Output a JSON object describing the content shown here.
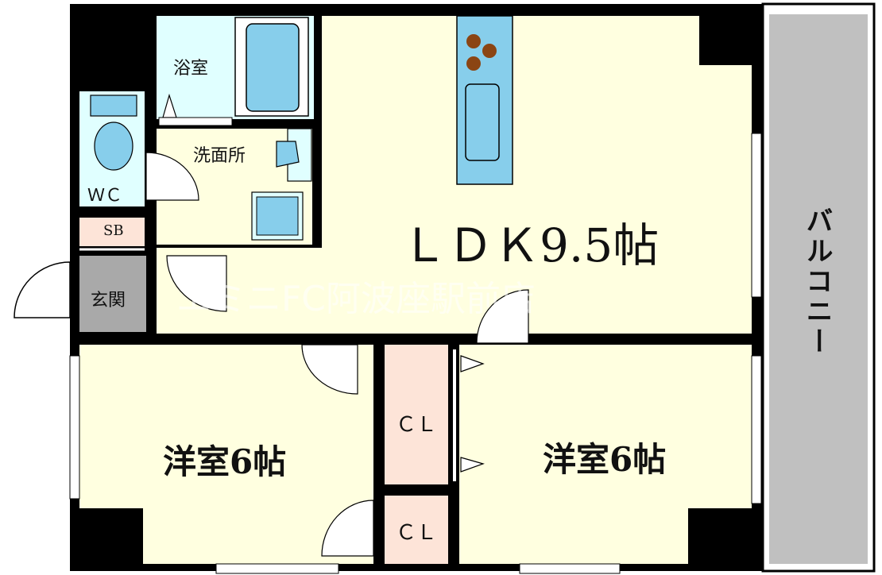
{
  "rooms": {
    "bath": "浴室",
    "washroom": "洗面所",
    "wc": "ＷＣ",
    "sb": "SB",
    "entrance": "玄関",
    "ldk": "ＬＤＫ9.5帖",
    "bedroom_left": "洋室6帖",
    "bedroom_right": "洋室6帖",
    "closet_upper": "ＣＬ",
    "closet_lower": "ＣＬ",
    "balcony": "バルコニー"
  },
  "watermark": "エミニFC阿波座駅前店",
  "colors": {
    "wall": "#000000",
    "room_floor": "#ffffe0",
    "wet_area": "#e0ffff",
    "fixture_blue": "#87ceeb",
    "closet": "#fde4d8",
    "entrance": "#a9a9a9",
    "balcony": "#c0c0c0",
    "burner": "#8b4513"
  }
}
